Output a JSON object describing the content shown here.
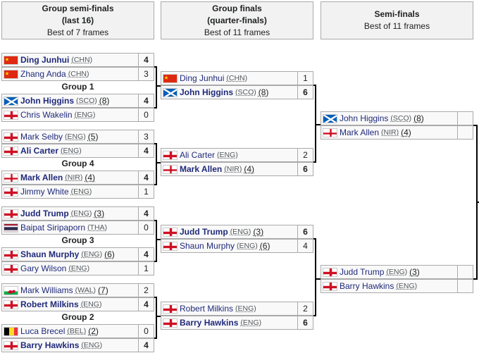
{
  "rounds": [
    {
      "title_lines": [
        "Group semi-finals",
        "(last 16)"
      ],
      "subtitle": "Best of 7 frames"
    },
    {
      "title_lines": [
        "Group finals",
        "(quarter-finals)"
      ],
      "subtitle": "Best of 11 frames"
    },
    {
      "title_lines": [
        "Semi-finals"
      ],
      "subtitle": "Best of 11 frames"
    }
  ],
  "groups": [
    {
      "label": "Group 1",
      "matches": [
        [
          {
            "name": "Ding Junhui",
            "country": "(CHN)",
            "seed": "",
            "score": "4",
            "winner": true,
            "flag": "CHN"
          },
          {
            "name": "Zhang Anda",
            "country": "(CHN)",
            "seed": "",
            "score": "3",
            "winner": false,
            "flag": "CHN"
          }
        ],
        [
          {
            "name": "John Higgins",
            "country": "(SCO)",
            "seed": "(8)",
            "score": "4",
            "winner": true,
            "flag": "SCO"
          },
          {
            "name": "Chris Wakelin",
            "country": "(ENG)",
            "seed": "",
            "score": "0",
            "winner": false,
            "flag": "ENG"
          }
        ]
      ]
    },
    {
      "label": "Group 4",
      "matches": [
        [
          {
            "name": "Mark Selby",
            "country": "(ENG)",
            "seed": "(5)",
            "score": "3",
            "winner": false,
            "flag": "ENG"
          },
          {
            "name": "Ali Carter",
            "country": "(ENG)",
            "seed": "",
            "score": "4",
            "winner": true,
            "flag": "ENG"
          }
        ],
        [
          {
            "name": "Mark Allen",
            "country": "(NIR)",
            "seed": "(4)",
            "score": "4",
            "winner": true,
            "flag": "NIR"
          },
          {
            "name": "Jimmy White",
            "country": "(ENG)",
            "seed": "",
            "score": "1",
            "winner": false,
            "flag": "ENG"
          }
        ]
      ]
    },
    {
      "label": "Group 3",
      "matches": [
        [
          {
            "name": "Judd Trump",
            "country": "(ENG)",
            "seed": "(3)",
            "score": "4",
            "winner": true,
            "flag": "ENG"
          },
          {
            "name": "Baipat Siripaporn",
            "country": "(THA)",
            "seed": "",
            "score": "0",
            "winner": false,
            "flag": "THA"
          }
        ],
        [
          {
            "name": "Shaun Murphy",
            "country": "(ENG)",
            "seed": "(6)",
            "score": "4",
            "winner": true,
            "flag": "ENG"
          },
          {
            "name": "Gary Wilson",
            "country": "(ENG)",
            "seed": "",
            "score": "1",
            "winner": false,
            "flag": "ENG"
          }
        ]
      ]
    },
    {
      "label": "Group 2",
      "matches": [
        [
          {
            "name": "Mark Williams",
            "country": "(WAL)",
            "seed": "(7)",
            "score": "2",
            "winner": false,
            "flag": "WAL"
          },
          {
            "name": "Robert Milkins",
            "country": "(ENG)",
            "seed": "",
            "score": "4",
            "winner": true,
            "flag": "ENG"
          }
        ],
        [
          {
            "name": "Luca Brecel",
            "country": "(BEL)",
            "seed": "(2)",
            "score": "0",
            "winner": false,
            "flag": "BEL"
          },
          {
            "name": "Barry Hawkins",
            "country": "(ENG)",
            "seed": "",
            "score": "4",
            "winner": true,
            "flag": "ENG"
          }
        ]
      ]
    }
  ],
  "group_finals": [
    [
      {
        "name": "Ding Junhui",
        "country": "(CHN)",
        "seed": "",
        "score": "1",
        "winner": false,
        "flag": "CHN"
      },
      {
        "name": "John Higgins",
        "country": "(SCO)",
        "seed": "(8)",
        "score": "6",
        "winner": true,
        "flag": "SCO"
      }
    ],
    [
      {
        "name": "Ali Carter",
        "country": "(ENG)",
        "seed": "",
        "score": "2",
        "winner": false,
        "flag": "ENG"
      },
      {
        "name": "Mark Allen",
        "country": "(NIR)",
        "seed": "(4)",
        "score": "6",
        "winner": true,
        "flag": "NIR"
      }
    ],
    [
      {
        "name": "Judd Trump",
        "country": "(ENG)",
        "seed": "(3)",
        "score": "6",
        "winner": true,
        "flag": "ENG"
      },
      {
        "name": "Shaun Murphy",
        "country": "(ENG)",
        "seed": "(6)",
        "score": "4",
        "winner": false,
        "flag": "ENG"
      }
    ],
    [
      {
        "name": "Robert Milkins",
        "country": "(ENG)",
        "seed": "",
        "score": "2",
        "winner": false,
        "flag": "ENG"
      },
      {
        "name": "Barry Hawkins",
        "country": "(ENG)",
        "seed": "",
        "score": "6",
        "winner": true,
        "flag": "ENG"
      }
    ]
  ],
  "semi_finals": [
    [
      {
        "name": "John Higgins",
        "country": "(SCO)",
        "seed": "(8)",
        "score": "",
        "winner": false,
        "flag": "SCO"
      },
      {
        "name": "Mark Allen",
        "country": "(NIR)",
        "seed": "(4)",
        "score": "",
        "winner": false,
        "flag": "NIR"
      }
    ],
    [
      {
        "name": "Judd Trump",
        "country": "(ENG)",
        "seed": "(3)",
        "score": "",
        "winner": false,
        "flag": "ENG"
      },
      {
        "name": "Barry Hawkins",
        "country": "(ENG)",
        "seed": "",
        "score": "",
        "winner": false,
        "flag": "ENG"
      }
    ]
  ],
  "flag_colors": {
    "red": "#de2910",
    "scot_blue": "#005eb8",
    "eng_red": "#ce1124"
  }
}
